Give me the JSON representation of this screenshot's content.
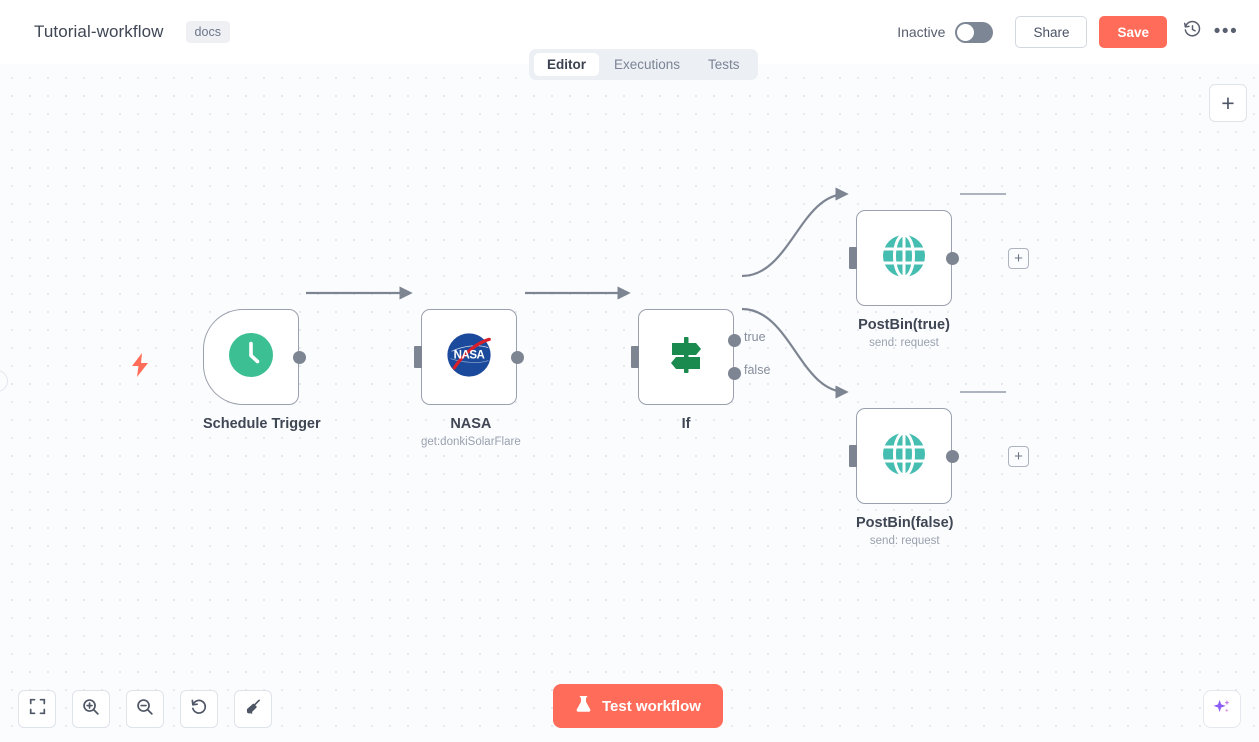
{
  "header": {
    "workflow_title": "Tutorial-workflow",
    "tag_label": "docs",
    "activation_label": "Inactive",
    "activation_state": "off",
    "share_label": "Share",
    "save_label": "Save",
    "history_icon": "history-clock-icon",
    "more_icon": "ellipsis-icon",
    "save_color": "#ff6d5a"
  },
  "tabs": [
    {
      "label": "Editor",
      "active": true
    },
    {
      "label": "Executions",
      "active": false
    },
    {
      "label": "Tests",
      "active": false
    }
  ],
  "canvas": {
    "add_node_label": "+",
    "nodes": [
      {
        "id": "schedule-trigger",
        "title": "Schedule Trigger",
        "subtitle": "",
        "icon": "clock-icon",
        "icon_color": "#3cbf93",
        "type": "trigger",
        "badge_icon": "lightning-bolt-icon",
        "badge_color": "#ff6d5a"
      },
      {
        "id": "nasa",
        "title": "NASA",
        "subtitle": "get:donkiSolarFlare",
        "icon": "nasa-logo-icon",
        "icon_color": "#1b4a9c",
        "type": "action"
      },
      {
        "id": "if",
        "title": "If",
        "subtitle": "",
        "icon": "signpost-icon",
        "icon_color": "#1a8a4f",
        "type": "conditional",
        "outputs": [
          "true",
          "false"
        ]
      },
      {
        "id": "postbin-true",
        "title": "PostBin(true)",
        "subtitle": "send: request",
        "icon": "globe-icon",
        "icon_color": "#45bdb0",
        "type": "action"
      },
      {
        "id": "postbin-false",
        "title": "PostBin(false)",
        "subtitle": "send: request",
        "icon": "globe-icon",
        "icon_color": "#45bdb0",
        "type": "action"
      }
    ],
    "connection_add_label": "+"
  },
  "toolbar": {
    "zoom_to_fit": "zoom-to-fit-icon",
    "zoom_in": "zoom-in-icon",
    "zoom_out": "zoom-out-icon",
    "reset_zoom": "reset-zoom-icon",
    "tidy_up": "tidy-up-icon",
    "test_workflow_label": "Test workflow",
    "test_workflow_icon": "flask-icon",
    "ai_assistant_icon": "ai-sparkle-icon"
  }
}
